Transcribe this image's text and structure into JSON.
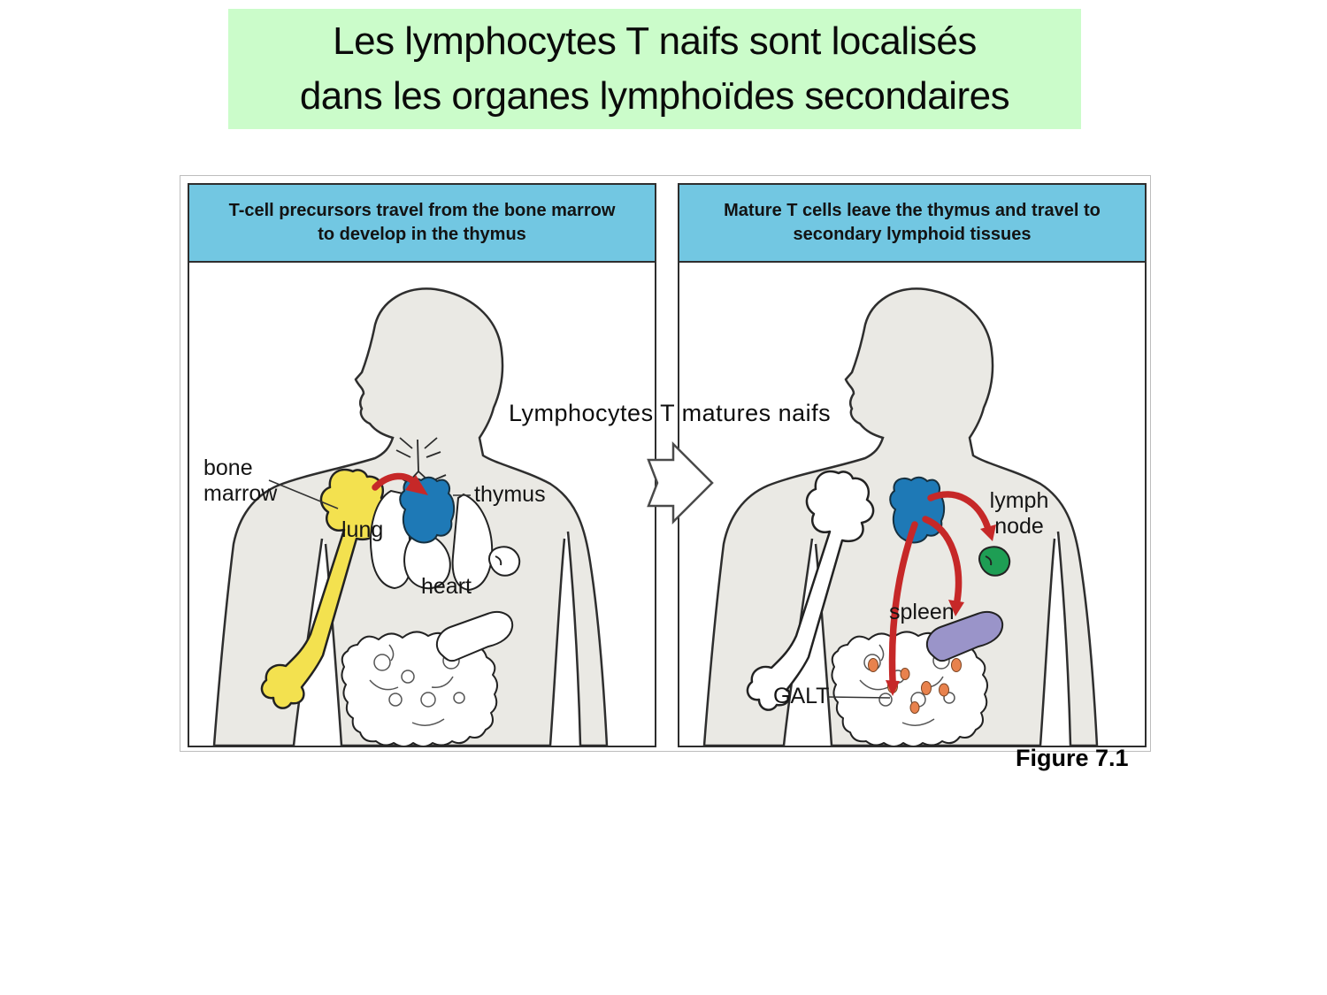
{
  "slide": {
    "title_line1": "Les lymphocytes T naifs sont localisés",
    "title_line2": "dans les organes lymphoïdes secondaires",
    "middle_label": "Lymphocytes T matures naifs",
    "caption": "Figure 7.1"
  },
  "figure": {
    "left_panel": {
      "header_line1": "T-cell precursors travel from the bone marrow",
      "header_line2": "to develop in the thymus",
      "labels": {
        "bone_marrow": "bone marrow",
        "lung": "lung",
        "thymus": "thymus",
        "heart": "heart"
      }
    },
    "right_panel": {
      "header_line1": "Mature T cells leave the thymus and travel to",
      "header_line2": "secondary lymphoid tissues",
      "labels": {
        "lymph_node": "lymph node",
        "spleen": "spleen",
        "galt": "GALT"
      }
    },
    "colors": {
      "title_bg": "#cbfcca",
      "header_bg": "#72c7e2",
      "body_gray": "#eae9e4",
      "bone_yellow": "#f3e14f",
      "thymus_blue": "#1e79b6",
      "lymph_node_green": "#1e9e54",
      "spleen_purple": "#9a94c9",
      "galt_orange": "#e8824d",
      "arrow_red": "#c62828"
    }
  }
}
